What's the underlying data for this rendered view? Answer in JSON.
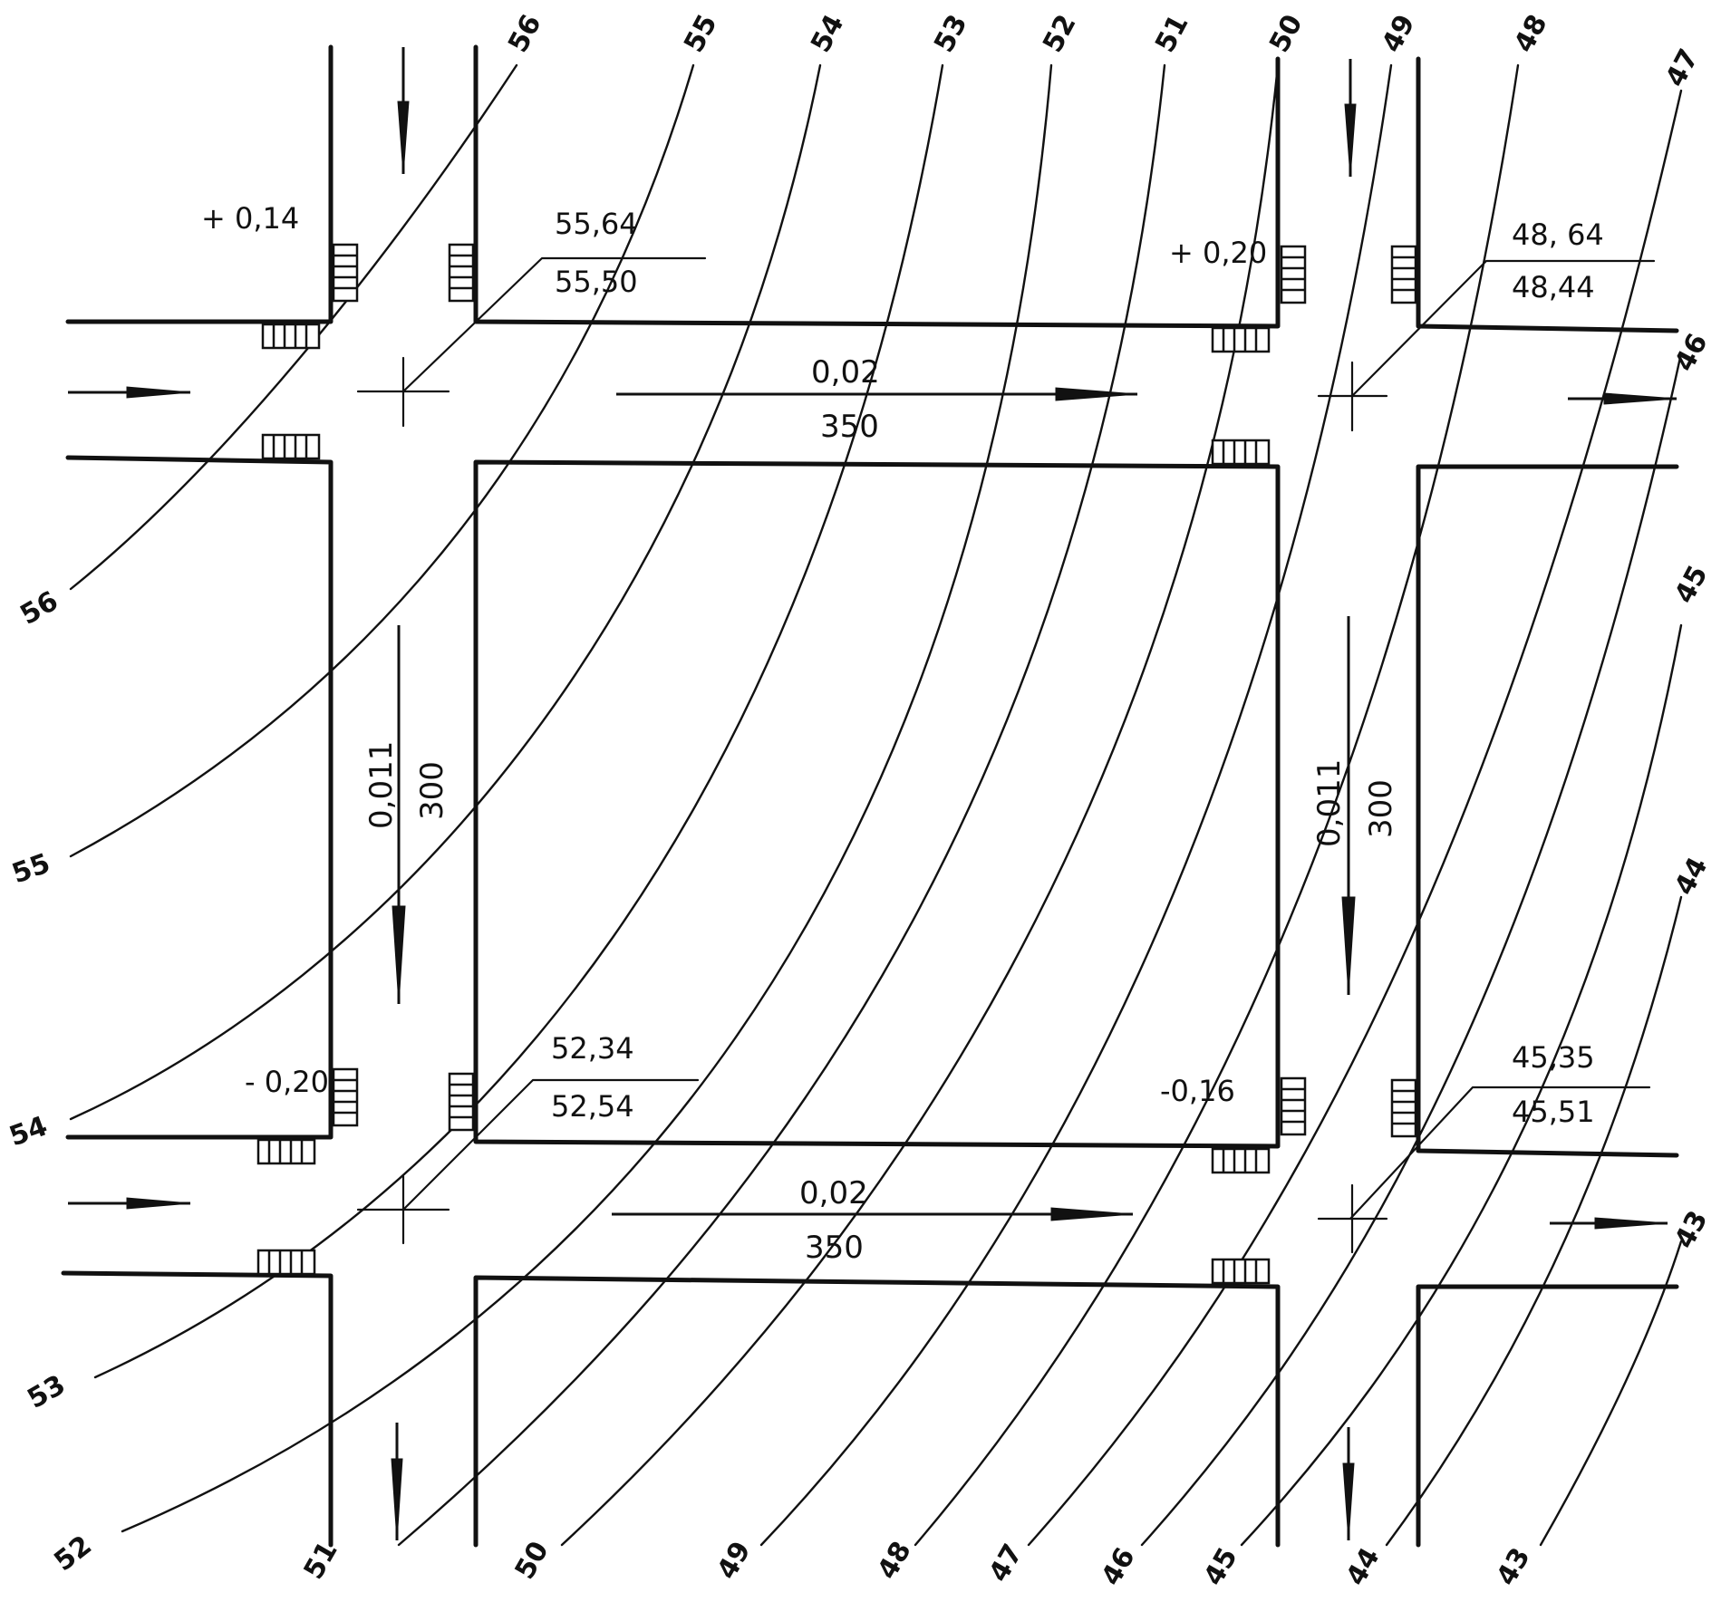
{
  "colors": {
    "ink": "#111111",
    "paper": "#ffffff"
  },
  "intersections": [
    {
      "id": "nw",
      "design": "55,64",
      "ground": "55,50",
      "correction": "+ 0,14"
    },
    {
      "id": "ne",
      "design": "+ 0,20",
      "ground": "",
      "correction": ""
    },
    {
      "id": "ne2",
      "design": "48, 64",
      "ground": "48,44",
      "correction": ""
    },
    {
      "id": "sw",
      "design": "52,34",
      "ground": "52,54",
      "correction": "- 0,20"
    },
    {
      "id": "se",
      "design": "45,35",
      "ground": "45,51",
      "correction": "-0,16"
    }
  ],
  "slopes": {
    "top": {
      "gradient": "0,02",
      "length": "350"
    },
    "bottom": {
      "gradient": "0,02",
      "length": "350"
    },
    "left": {
      "gradient": "0,011",
      "length": "300"
    },
    "right": {
      "gradient": "0,011",
      "length": "300"
    }
  },
  "contour_labels": {
    "top": [
      "56",
      "55",
      "54",
      "53",
      "52",
      "51",
      "50",
      "49",
      "48",
      "47"
    ],
    "right": [
      "46",
      "45",
      "44",
      "43"
    ],
    "left": [
      "56",
      "55",
      "54",
      "53",
      "52"
    ],
    "bottom": [
      "51",
      "50",
      "49",
      "48",
      "47",
      "46",
      "45",
      "44",
      "43"
    ]
  }
}
